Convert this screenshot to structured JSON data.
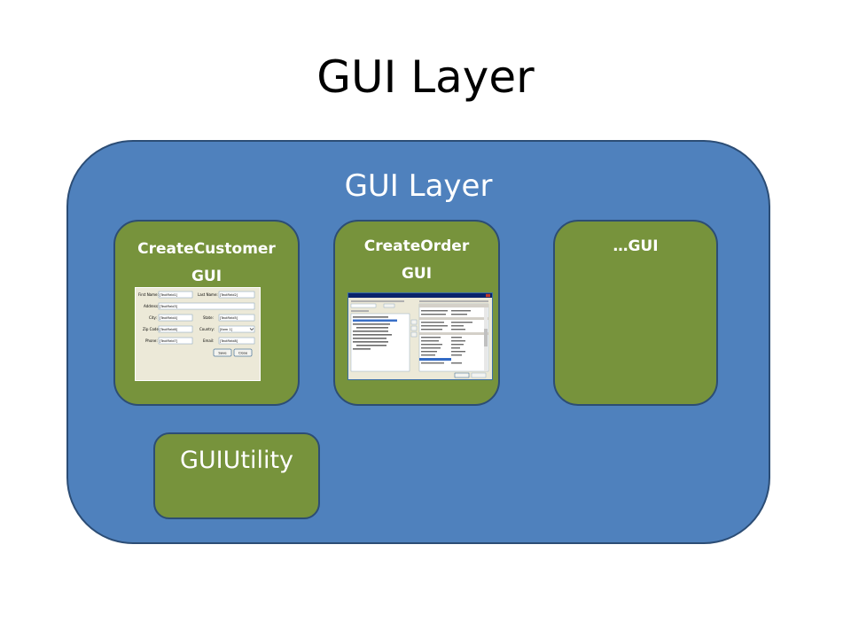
{
  "slide": {
    "title": "GUI Layer"
  },
  "layer": {
    "label": "GUI Layer"
  },
  "modules": [
    {
      "label": "CreateCustomer\nGUI"
    },
    {
      "label": "CreateOrder\nGUI"
    },
    {
      "label": "…GUI"
    }
  ],
  "utility": {
    "label": "GUIUtility"
  },
  "customer_form": {
    "rows": [
      {
        "l1": "First Name:",
        "v1": "[TextField1]",
        "l2": "Last Name:",
        "v2": "[TextField2]"
      },
      {
        "l1": "Address:",
        "v1": "[TextField3]"
      },
      {
        "l1": "City:",
        "v1": "[TextField4]",
        "l2": "State:",
        "v2": "[TextField5]"
      },
      {
        "l1": "Zip Code:",
        "v1": "[TextField6]",
        "l2": "Country:",
        "v2": "[Item 1]"
      },
      {
        "l1": "Phone:",
        "v1": "[TextField7]",
        "l2": "Email:",
        "v2": "[TextField8]"
      }
    ],
    "buttons": [
      "Save",
      "Close"
    ]
  },
  "colors": {
    "layer": "#4f81bd",
    "module": "#77933c",
    "border": "#2c4d75"
  }
}
